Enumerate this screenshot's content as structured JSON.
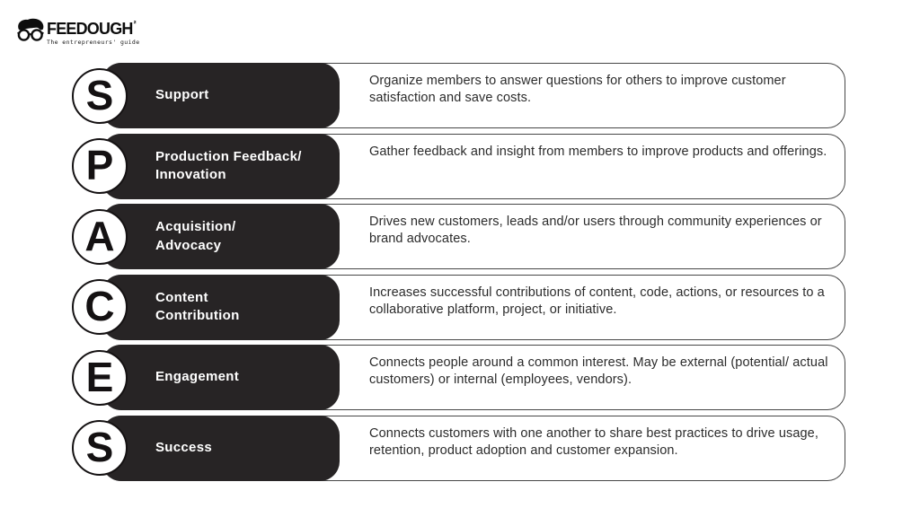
{
  "logo": {
    "icon": "face-with-glasses-icon",
    "brand": "FEEDOUGH",
    "superscript": "²",
    "tagline": "The entrepreneurs' guide"
  },
  "rows": [
    {
      "letter": "S",
      "label": "Support",
      "description": "Organize members to answer questions for others to improve customer satisfaction and save costs."
    },
    {
      "letter": "P",
      "label": "Production Feedback/\nInnovation",
      "description": "Gather feedback and insight from members to improve products and offerings."
    },
    {
      "letter": "A",
      "label": "Acquisition/\nAdvocacy",
      "description": "Drives new customers, leads and/or users through community experiences or brand advocates."
    },
    {
      "letter": "C",
      "label": "Content\nContribution",
      "description": "Increases successful contributions of content, code, actions, or resources to a collaborative platform, project, or initiative."
    },
    {
      "letter": "E",
      "label": "Engagement",
      "description": "Connects people around a common interest. May be external (potential/ actual customers) or internal (employees, vendors)."
    },
    {
      "letter": "S",
      "label": "Success",
      "description": "Connects customers with one another to share best practices to drive usage, retention, product adoption and customer expansion."
    }
  ],
  "colors": {
    "background": "#ffffff",
    "label_box": "#272425",
    "label_text": "#ffffff",
    "description_text": "#2b2b2b",
    "box_border": "#474747"
  }
}
